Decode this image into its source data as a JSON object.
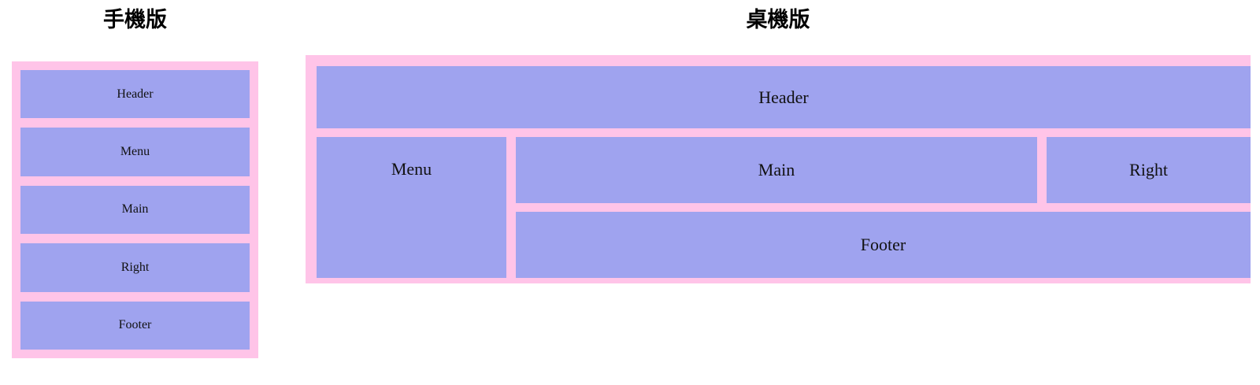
{
  "page": {
    "background_color": "#ffffff"
  },
  "colors": {
    "block_fill": "#9fa3ef",
    "container_fill": "#ffc4e8",
    "text": "#111111",
    "title_text": "#000000"
  },
  "mobile": {
    "title": "手機版",
    "blocks": [
      {
        "label": "Header"
      },
      {
        "label": "Menu"
      },
      {
        "label": "Main"
      },
      {
        "label": "Right"
      },
      {
        "label": "Footer"
      }
    ]
  },
  "desktop": {
    "title": "桌機版",
    "blocks": {
      "header": "Header",
      "menu": "Menu",
      "main": "Main",
      "right": "Right",
      "footer": "Footer"
    }
  }
}
